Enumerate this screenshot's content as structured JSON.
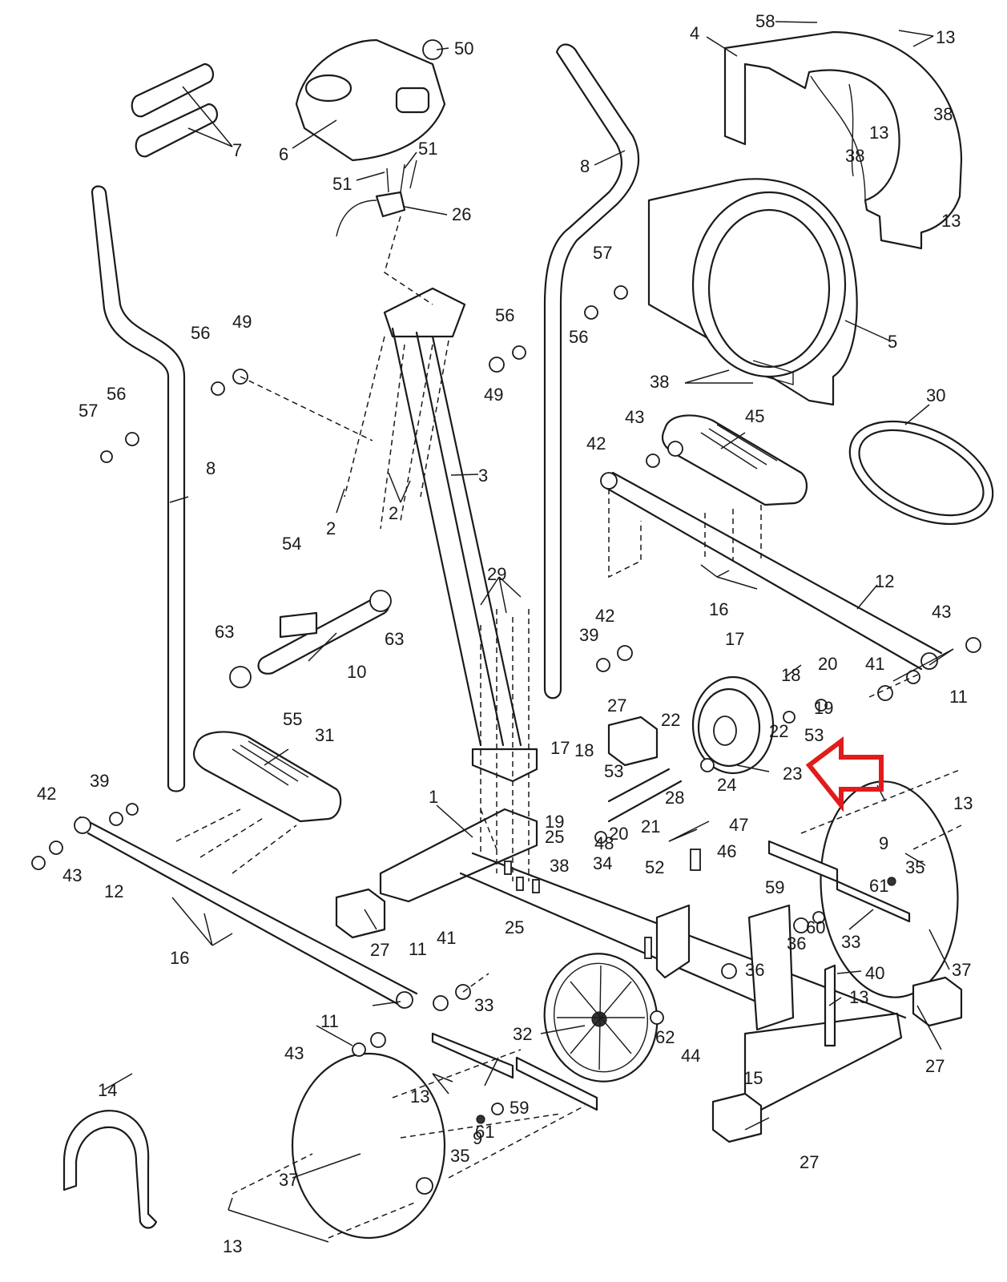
{
  "highlight": {
    "color": "#e11b1b",
    "target_part": "23"
  },
  "callouts": [
    {
      "id": "c58",
      "text": "58"
    },
    {
      "id": "c4",
      "text": "4"
    },
    {
      "id": "c13a",
      "text": "13"
    },
    {
      "id": "c13b",
      "text": "13"
    },
    {
      "id": "c38a",
      "text": "38"
    },
    {
      "id": "c38b",
      "text": "38"
    },
    {
      "id": "c13c",
      "text": "13"
    },
    {
      "id": "c50",
      "text": "50"
    },
    {
      "id": "c7",
      "text": "7"
    },
    {
      "id": "c6",
      "text": "6"
    },
    {
      "id": "c51a",
      "text": "51"
    },
    {
      "id": "c51b",
      "text": "51"
    },
    {
      "id": "c26",
      "text": "26"
    },
    {
      "id": "c8a",
      "text": "8"
    },
    {
      "id": "c57a",
      "text": "57"
    },
    {
      "id": "c56a",
      "text": "56"
    },
    {
      "id": "c56b",
      "text": "56"
    },
    {
      "id": "c49a",
      "text": "49"
    },
    {
      "id": "c5",
      "text": "5"
    },
    {
      "id": "c38c",
      "text": "38"
    },
    {
      "id": "c30",
      "text": "30"
    },
    {
      "id": "c56c",
      "text": "56"
    },
    {
      "id": "c49b",
      "text": "49"
    },
    {
      "id": "c56d",
      "text": "56"
    },
    {
      "id": "c57b",
      "text": "57"
    },
    {
      "id": "c8b",
      "text": "8"
    },
    {
      "id": "c3",
      "text": "3"
    },
    {
      "id": "c2a",
      "text": "2"
    },
    {
      "id": "c2b",
      "text": "2"
    },
    {
      "id": "c43a",
      "text": "43"
    },
    {
      "id": "c45",
      "text": "45"
    },
    {
      "id": "c42a",
      "text": "42"
    },
    {
      "id": "c54",
      "text": "54"
    },
    {
      "id": "c29",
      "text": "29"
    },
    {
      "id": "c63a",
      "text": "63"
    },
    {
      "id": "c63b",
      "text": "63"
    },
    {
      "id": "c10",
      "text": "10"
    },
    {
      "id": "c55",
      "text": "55"
    },
    {
      "id": "c16a",
      "text": "16"
    },
    {
      "id": "c12a",
      "text": "12"
    },
    {
      "id": "c43b",
      "text": "43"
    },
    {
      "id": "c39a",
      "text": "39"
    },
    {
      "id": "c42b",
      "text": "42"
    },
    {
      "id": "c17a",
      "text": "17"
    },
    {
      "id": "c18a",
      "text": "18"
    },
    {
      "id": "c20a",
      "text": "20"
    },
    {
      "id": "c41a",
      "text": "41"
    },
    {
      "id": "c19a",
      "text": "19"
    },
    {
      "id": "c11a",
      "text": "11"
    },
    {
      "id": "c27a",
      "text": "27"
    },
    {
      "id": "c22a",
      "text": "22"
    },
    {
      "id": "c22b",
      "text": "22"
    },
    {
      "id": "c53a",
      "text": "53"
    },
    {
      "id": "c31",
      "text": "31"
    },
    {
      "id": "c17b",
      "text": "17"
    },
    {
      "id": "c18b",
      "text": "18"
    },
    {
      "id": "c23",
      "text": "23"
    },
    {
      "id": "c24",
      "text": "24"
    },
    {
      "id": "c13d",
      "text": "13"
    },
    {
      "id": "c53b",
      "text": "53"
    },
    {
      "id": "c39b",
      "text": "39"
    },
    {
      "id": "c42c",
      "text": "42"
    },
    {
      "id": "c1",
      "text": "1"
    },
    {
      "id": "c19b",
      "text": "19"
    },
    {
      "id": "c21",
      "text": "21"
    },
    {
      "id": "c28",
      "text": "28"
    },
    {
      "id": "c47",
      "text": "47"
    },
    {
      "id": "c20b",
      "text": "20"
    },
    {
      "id": "c25a",
      "text": "25"
    },
    {
      "id": "c9a",
      "text": "9"
    },
    {
      "id": "c48",
      "text": "48"
    },
    {
      "id": "c46",
      "text": "46"
    },
    {
      "id": "c43c",
      "text": "43"
    },
    {
      "id": "c12b",
      "text": "12"
    },
    {
      "id": "c38d",
      "text": "38"
    },
    {
      "id": "c34",
      "text": "34"
    },
    {
      "id": "c52",
      "text": "52"
    },
    {
      "id": "c35a",
      "text": "35"
    },
    {
      "id": "c59a",
      "text": "59"
    },
    {
      "id": "c61a",
      "text": "61"
    },
    {
      "id": "c27b",
      "text": "27"
    },
    {
      "id": "c25b",
      "text": "25"
    },
    {
      "id": "c36a",
      "text": "36"
    },
    {
      "id": "c60",
      "text": "60"
    },
    {
      "id": "c33a",
      "text": "33"
    },
    {
      "id": "c16b",
      "text": "16"
    },
    {
      "id": "c36b",
      "text": "36"
    },
    {
      "id": "c37a",
      "text": "37"
    },
    {
      "id": "c11b",
      "text": "11"
    },
    {
      "id": "c41b",
      "text": "41"
    },
    {
      "id": "c40",
      "text": "40"
    },
    {
      "id": "c13e",
      "text": "13"
    },
    {
      "id": "c33b",
      "text": "33"
    },
    {
      "id": "c32",
      "text": "32"
    },
    {
      "id": "c62",
      "text": "62"
    },
    {
      "id": "c11c",
      "text": "11"
    },
    {
      "id": "c27c",
      "text": "27"
    },
    {
      "id": "c43d",
      "text": "43"
    },
    {
      "id": "c44",
      "text": "44"
    },
    {
      "id": "c15",
      "text": "15"
    },
    {
      "id": "c14",
      "text": "14"
    },
    {
      "id": "c13f",
      "text": "13"
    },
    {
      "id": "c61b",
      "text": "61"
    },
    {
      "id": "c59b",
      "text": "59"
    },
    {
      "id": "c9b",
      "text": "9"
    },
    {
      "id": "c35b",
      "text": "35"
    },
    {
      "id": "c37b",
      "text": "37"
    },
    {
      "id": "c27d",
      "text": "27"
    },
    {
      "id": "c13g",
      "text": "13"
    }
  ]
}
